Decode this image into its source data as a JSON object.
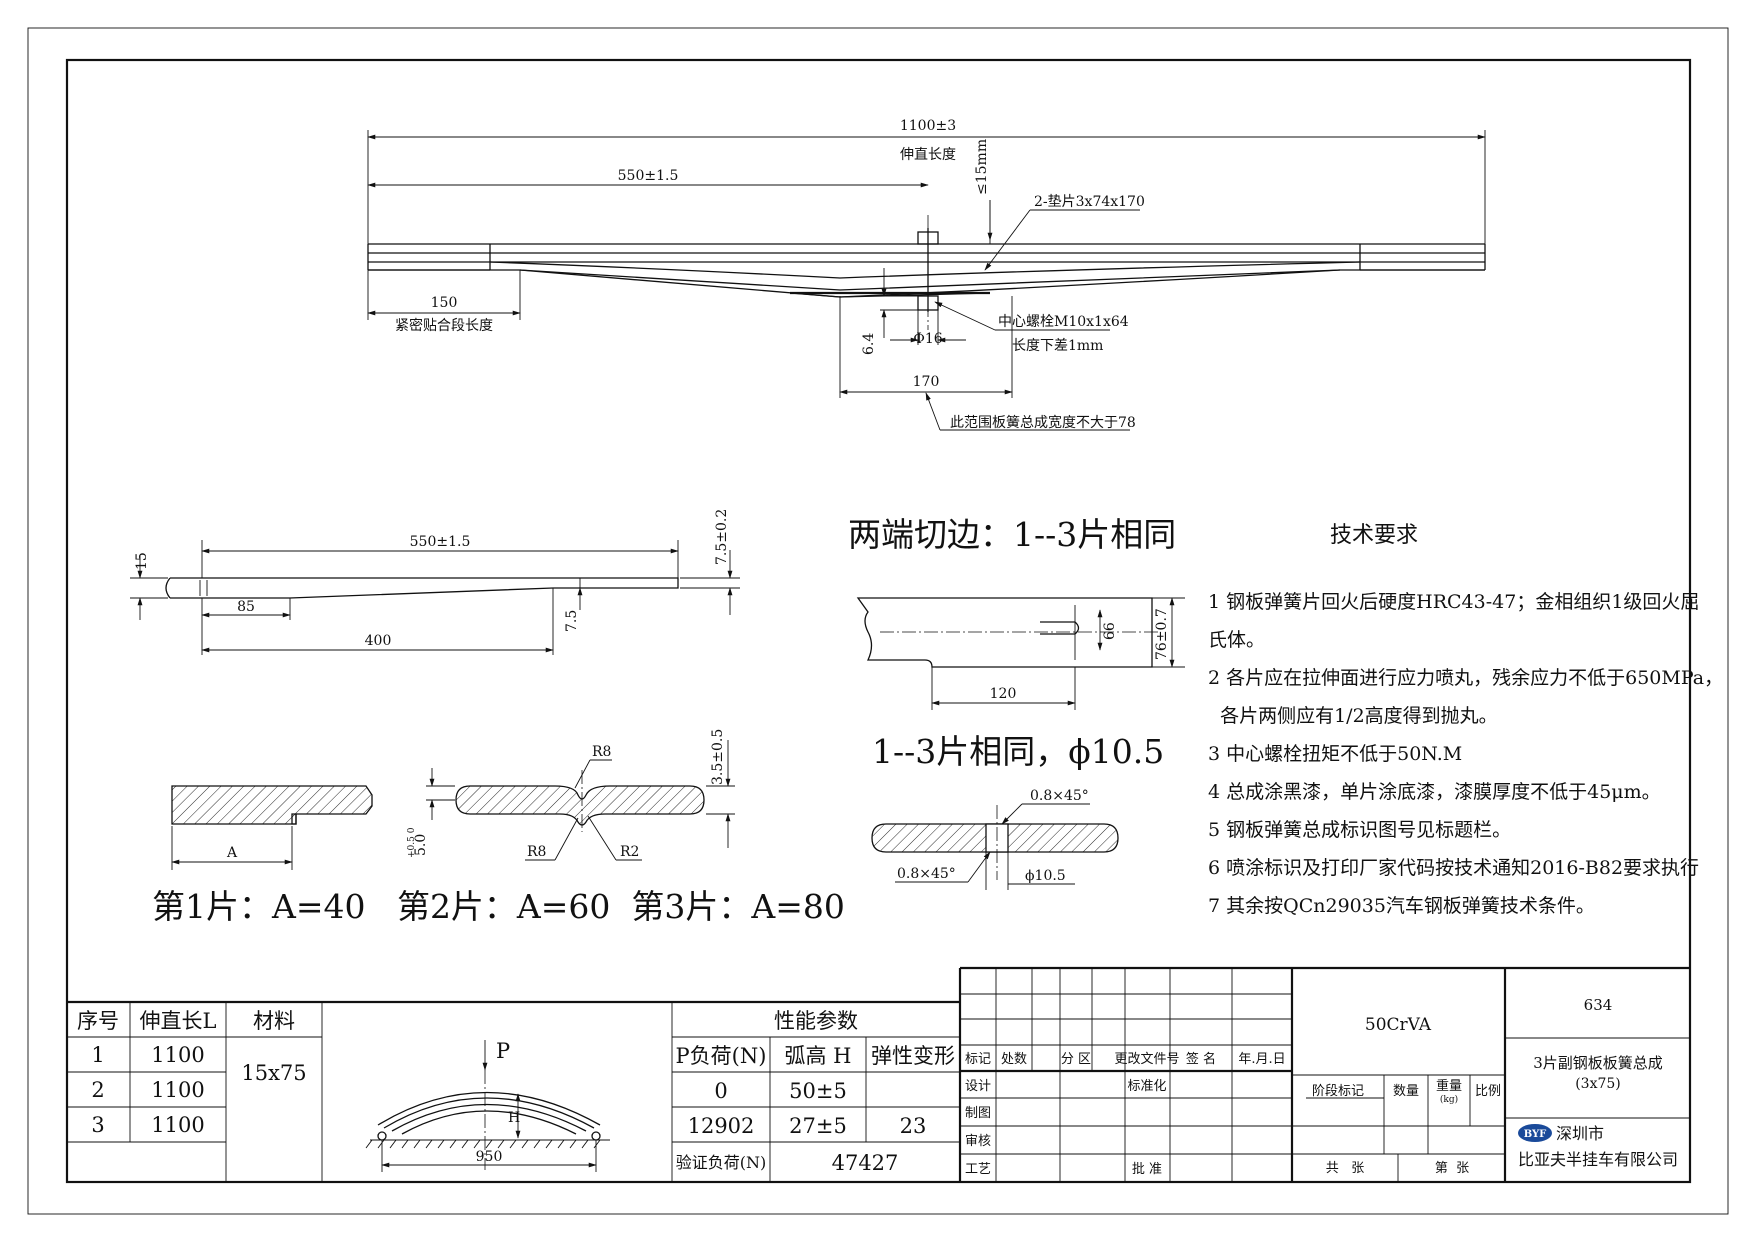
{
  "main_view": {
    "total_length": "1100±3",
    "total_length_label": "伸直长度",
    "half_length": "550±1.5",
    "max_gap": "≤15mm",
    "pad_label": "2-垫片3x74x170",
    "tight_length": "150",
    "tight_length_label": "紧密贴合段长度",
    "bolt_label": "中心螺栓M10x1x64",
    "bolt_note": "长度下差1mm",
    "bolt_dia": "Φ16",
    "bolt_height": "6.4",
    "width_range": "170",
    "width_note": "此范围板簧总成宽度不大于78"
  },
  "leaf_detail": {
    "half_len": "550±1.5",
    "thick": "15",
    "end_thick": "7.5±0.2",
    "flat_len": "85",
    "taper_len": "400",
    "taper_end": "7.5"
  },
  "sections": {
    "label_a": "A",
    "r_top": "R8",
    "r_left": "R8",
    "r_right": "R2",
    "thick_tol": "3.5±0.5",
    "small_dim": "5.0",
    "small_tol": "+0.5 0",
    "caption": "第1片：A=40   第2片：A=60  第3片：A=80"
  },
  "end_cut": {
    "title": "两端切边：1--3片相同",
    "slot": "66",
    "width": "76±0.7",
    "length": "120"
  },
  "hole": {
    "title": "1--3片相同，ϕ10.5",
    "chamfer_top": "0.8×45°",
    "chamfer_bottom": "0.8×45°",
    "dia": "ϕ10.5"
  },
  "tech": {
    "title": "技术要求",
    "lines": [
      "1 钢板弹簧片回火后硬度HRC43-47；金相组织1级回火屈",
      "氏体。",
      "2 各片应在拉伸面进行应力喷丸，残余应力不低于650MPa，",
      "  各片两侧应有1/2高度得到抛丸。",
      "3 中心螺栓扭矩不低于50N.M",
      "4 总成涂黑漆，单片涂底漆，漆膜厚度不低于45μm。",
      "5 钢板弹簧总成标识图号见标题栏。",
      "6 喷涂标识及打印厂家代码按技术通知2016-B82要求执行",
      "7 其余按QCn29035汽车钢板弹簧技术条件。"
    ]
  },
  "parts_table": {
    "headers": [
      "序号",
      "伸直长L",
      "材料"
    ],
    "rows": [
      [
        "1",
        "1100"
      ],
      [
        "2",
        "1100"
      ],
      [
        "3",
        "1100"
      ]
    ],
    "material": "15x75"
  },
  "perf": {
    "title": "性能参数",
    "headers": [
      "P负荷(N)",
      "弧高 H",
      "弹性变形"
    ],
    "rows": [
      [
        "0",
        "50±5",
        ""
      ],
      [
        "12902",
        "27±5",
        "23"
      ]
    ],
    "verify_label": "验证负荷(N)",
    "verify_value": "47427",
    "load_label": "P",
    "h_label": "H",
    "span": "950"
  },
  "title_block": {
    "mark_row": [
      "标记",
      "处数",
      "分 区",
      "更改文件号",
      "签 名",
      "年.月.日"
    ],
    "side_labels": [
      "设计",
      "制图",
      "审核",
      "工艺"
    ],
    "std_label": "标准化",
    "approve_label": "批 准",
    "material": "50CrVA",
    "drawing_no": "634",
    "name_line1": "3片副钢板板簧总成",
    "name_line2": "(3x75)",
    "stage_label": "阶段标记",
    "qty_label": "数量",
    "weight_label": "重量",
    "weight_unit": "(kg)",
    "scale_label": "比例",
    "sheets_total": "共   张",
    "sheet_no": "第  张",
    "logo_text": "BYF",
    "company_city": "深圳市",
    "company_name": "比亚夫半挂车有限公司"
  }
}
